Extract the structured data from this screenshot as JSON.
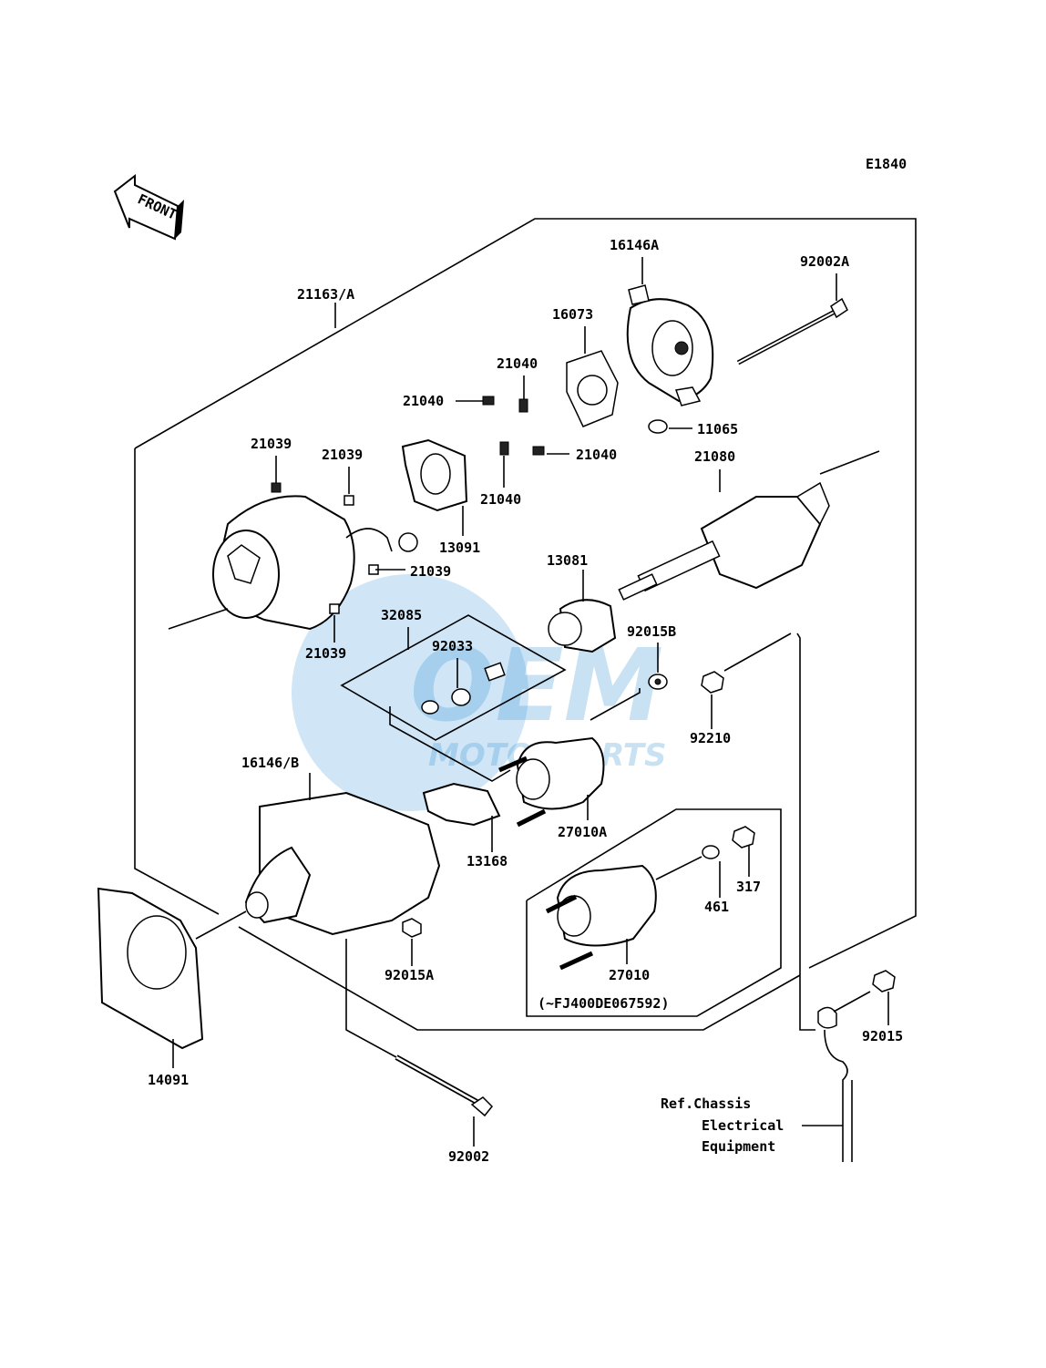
{
  "diagram_code": "E1840",
  "front_label": "FRONT",
  "watermark": {
    "main": "OEM",
    "sub": "MOTORPARTS"
  },
  "parts": {
    "p16146A": "16146A",
    "p92002A": "92002A",
    "p16073": "16073",
    "p21163A": "21163/A",
    "p21040_a": "21040",
    "p21040_b": "21040",
    "p21040_c": "21040",
    "p21040_d": "21040",
    "p11065": "11065",
    "p21039_a": "21039",
    "p21039_b": "21039",
    "p21039_c": "21039",
    "p21039_d": "21039",
    "p21080": "21080",
    "p13091": "13091",
    "p13081": "13081",
    "p32085": "32085",
    "p92033": "92033",
    "p92015B": "92015B",
    "p92210": "92210",
    "p16146B": "16146/B",
    "p27010A": "27010A",
    "p13168": "13168",
    "p317": "317",
    "p461": "461",
    "p27010": "27010",
    "p92015A": "92015A",
    "p14091": "14091",
    "p92015": "92015",
    "p92002": "92002"
  },
  "serial_note": "(~FJ400DE067592)",
  "reference": {
    "line1": "Ref.Chassis",
    "line2": "Electrical",
    "line3": "Equipment"
  }
}
